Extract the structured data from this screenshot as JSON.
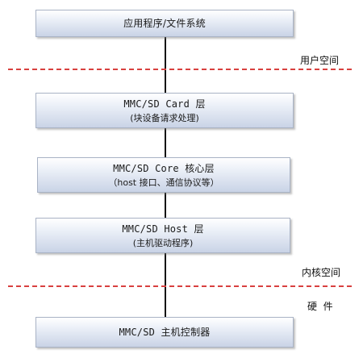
{
  "layers": {
    "app": {
      "title": "应用程序/文件系统"
    },
    "card": {
      "title": "MMC/SD Card 层",
      "subtitle": "(块设备请求处理)"
    },
    "core": {
      "title": "MMC/SD Core 核心层",
      "subtitle": "（host 接口、通信协议等）"
    },
    "host": {
      "title": "MMC/SD Host 层",
      "subtitle": "(主机驱动程序)"
    },
    "controller": {
      "title": "MMC/SD 主机控制器"
    }
  },
  "zones": {
    "user_space": "用户空间",
    "kernel_space": "内核空间",
    "hardware": "硬  件"
  },
  "colors": {
    "boundary_dash": "#d8403f",
    "box_fill_top": "#ffffff",
    "box_fill_bottom": "#c9d3e6",
    "box_border": "#a9b3c5",
    "connector": "#111111"
  }
}
